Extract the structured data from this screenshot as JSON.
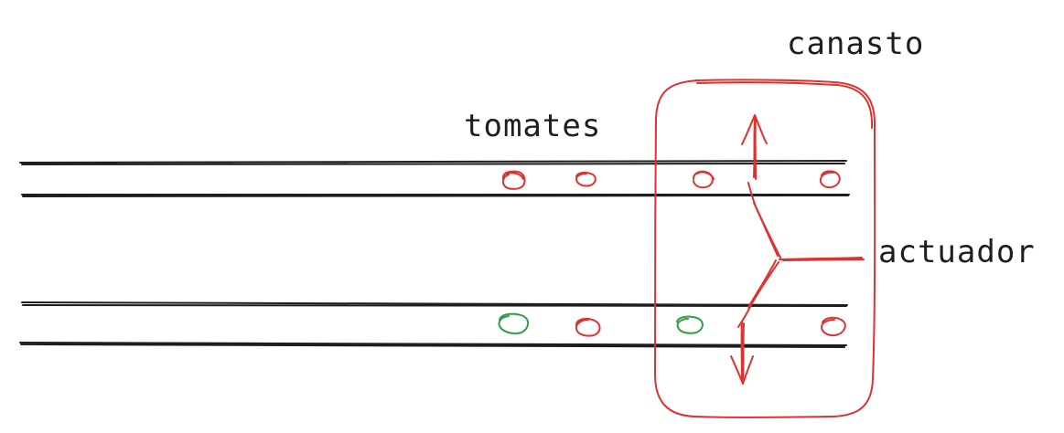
{
  "labels": {
    "tomatoes": "tomates",
    "basket": "canasto",
    "actuator": "actuador"
  },
  "colors": {
    "ink": "#1e1e1e",
    "red": "#e03131",
    "green": "#2f9e44"
  },
  "conveyors": [
    {
      "name": "upper-conveyor",
      "tomatoes": [
        "red",
        "red",
        "red",
        "red"
      ]
    },
    {
      "name": "lower-conveyor",
      "tomatoes": [
        "green",
        "red",
        "green",
        "red"
      ]
    }
  ]
}
